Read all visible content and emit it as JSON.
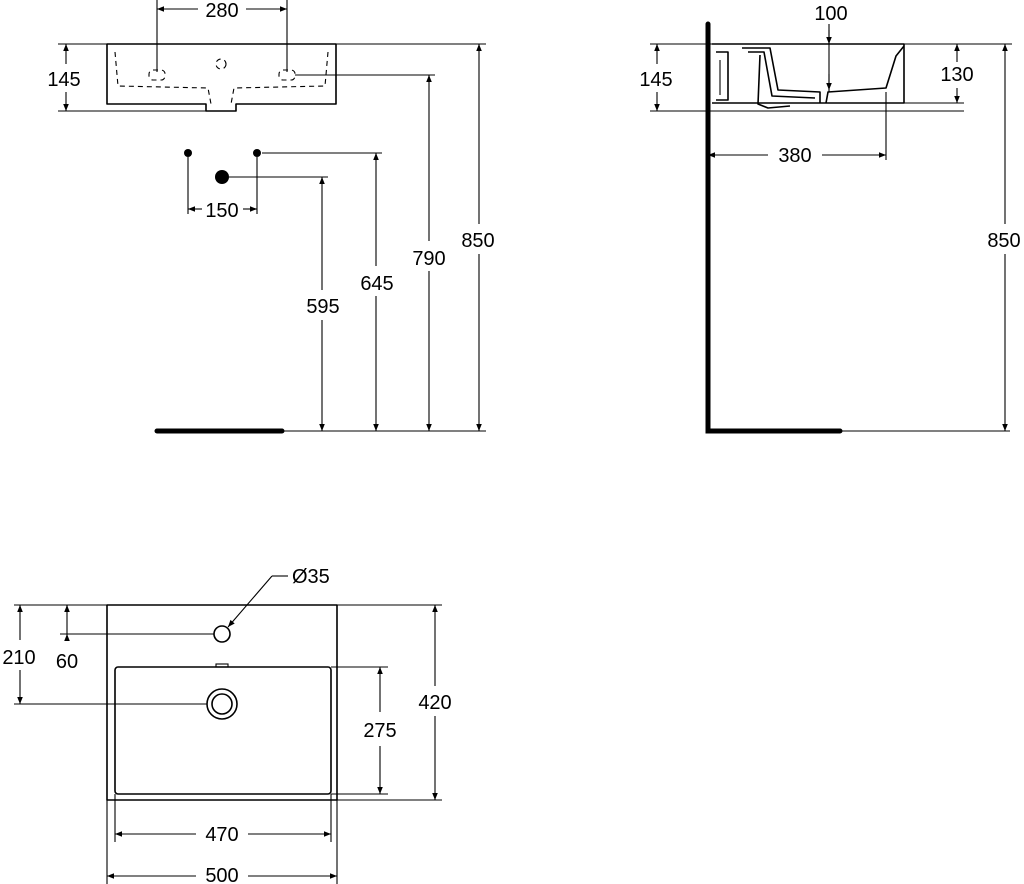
{
  "front_view": {
    "dims": {
      "tap_spacing": "280",
      "basin_height": "145",
      "valve_spacing": "150",
      "waste_height": "595",
      "valve_height": "645",
      "tap_height": "790",
      "rim_height": "850"
    }
  },
  "side_view": {
    "dims": {
      "overflow_depth": "100",
      "basin_height": "145",
      "bowl_depth": "130",
      "projection": "380",
      "rim_height": "850"
    }
  },
  "plan_view": {
    "dims": {
      "tap_hole_diameter": "Ø35",
      "tap_hole_offset": "60",
      "waste_offset": "210",
      "bowl_depth": "275",
      "overall_depth": "420",
      "bowl_width": "470",
      "overall_width": "500"
    }
  }
}
